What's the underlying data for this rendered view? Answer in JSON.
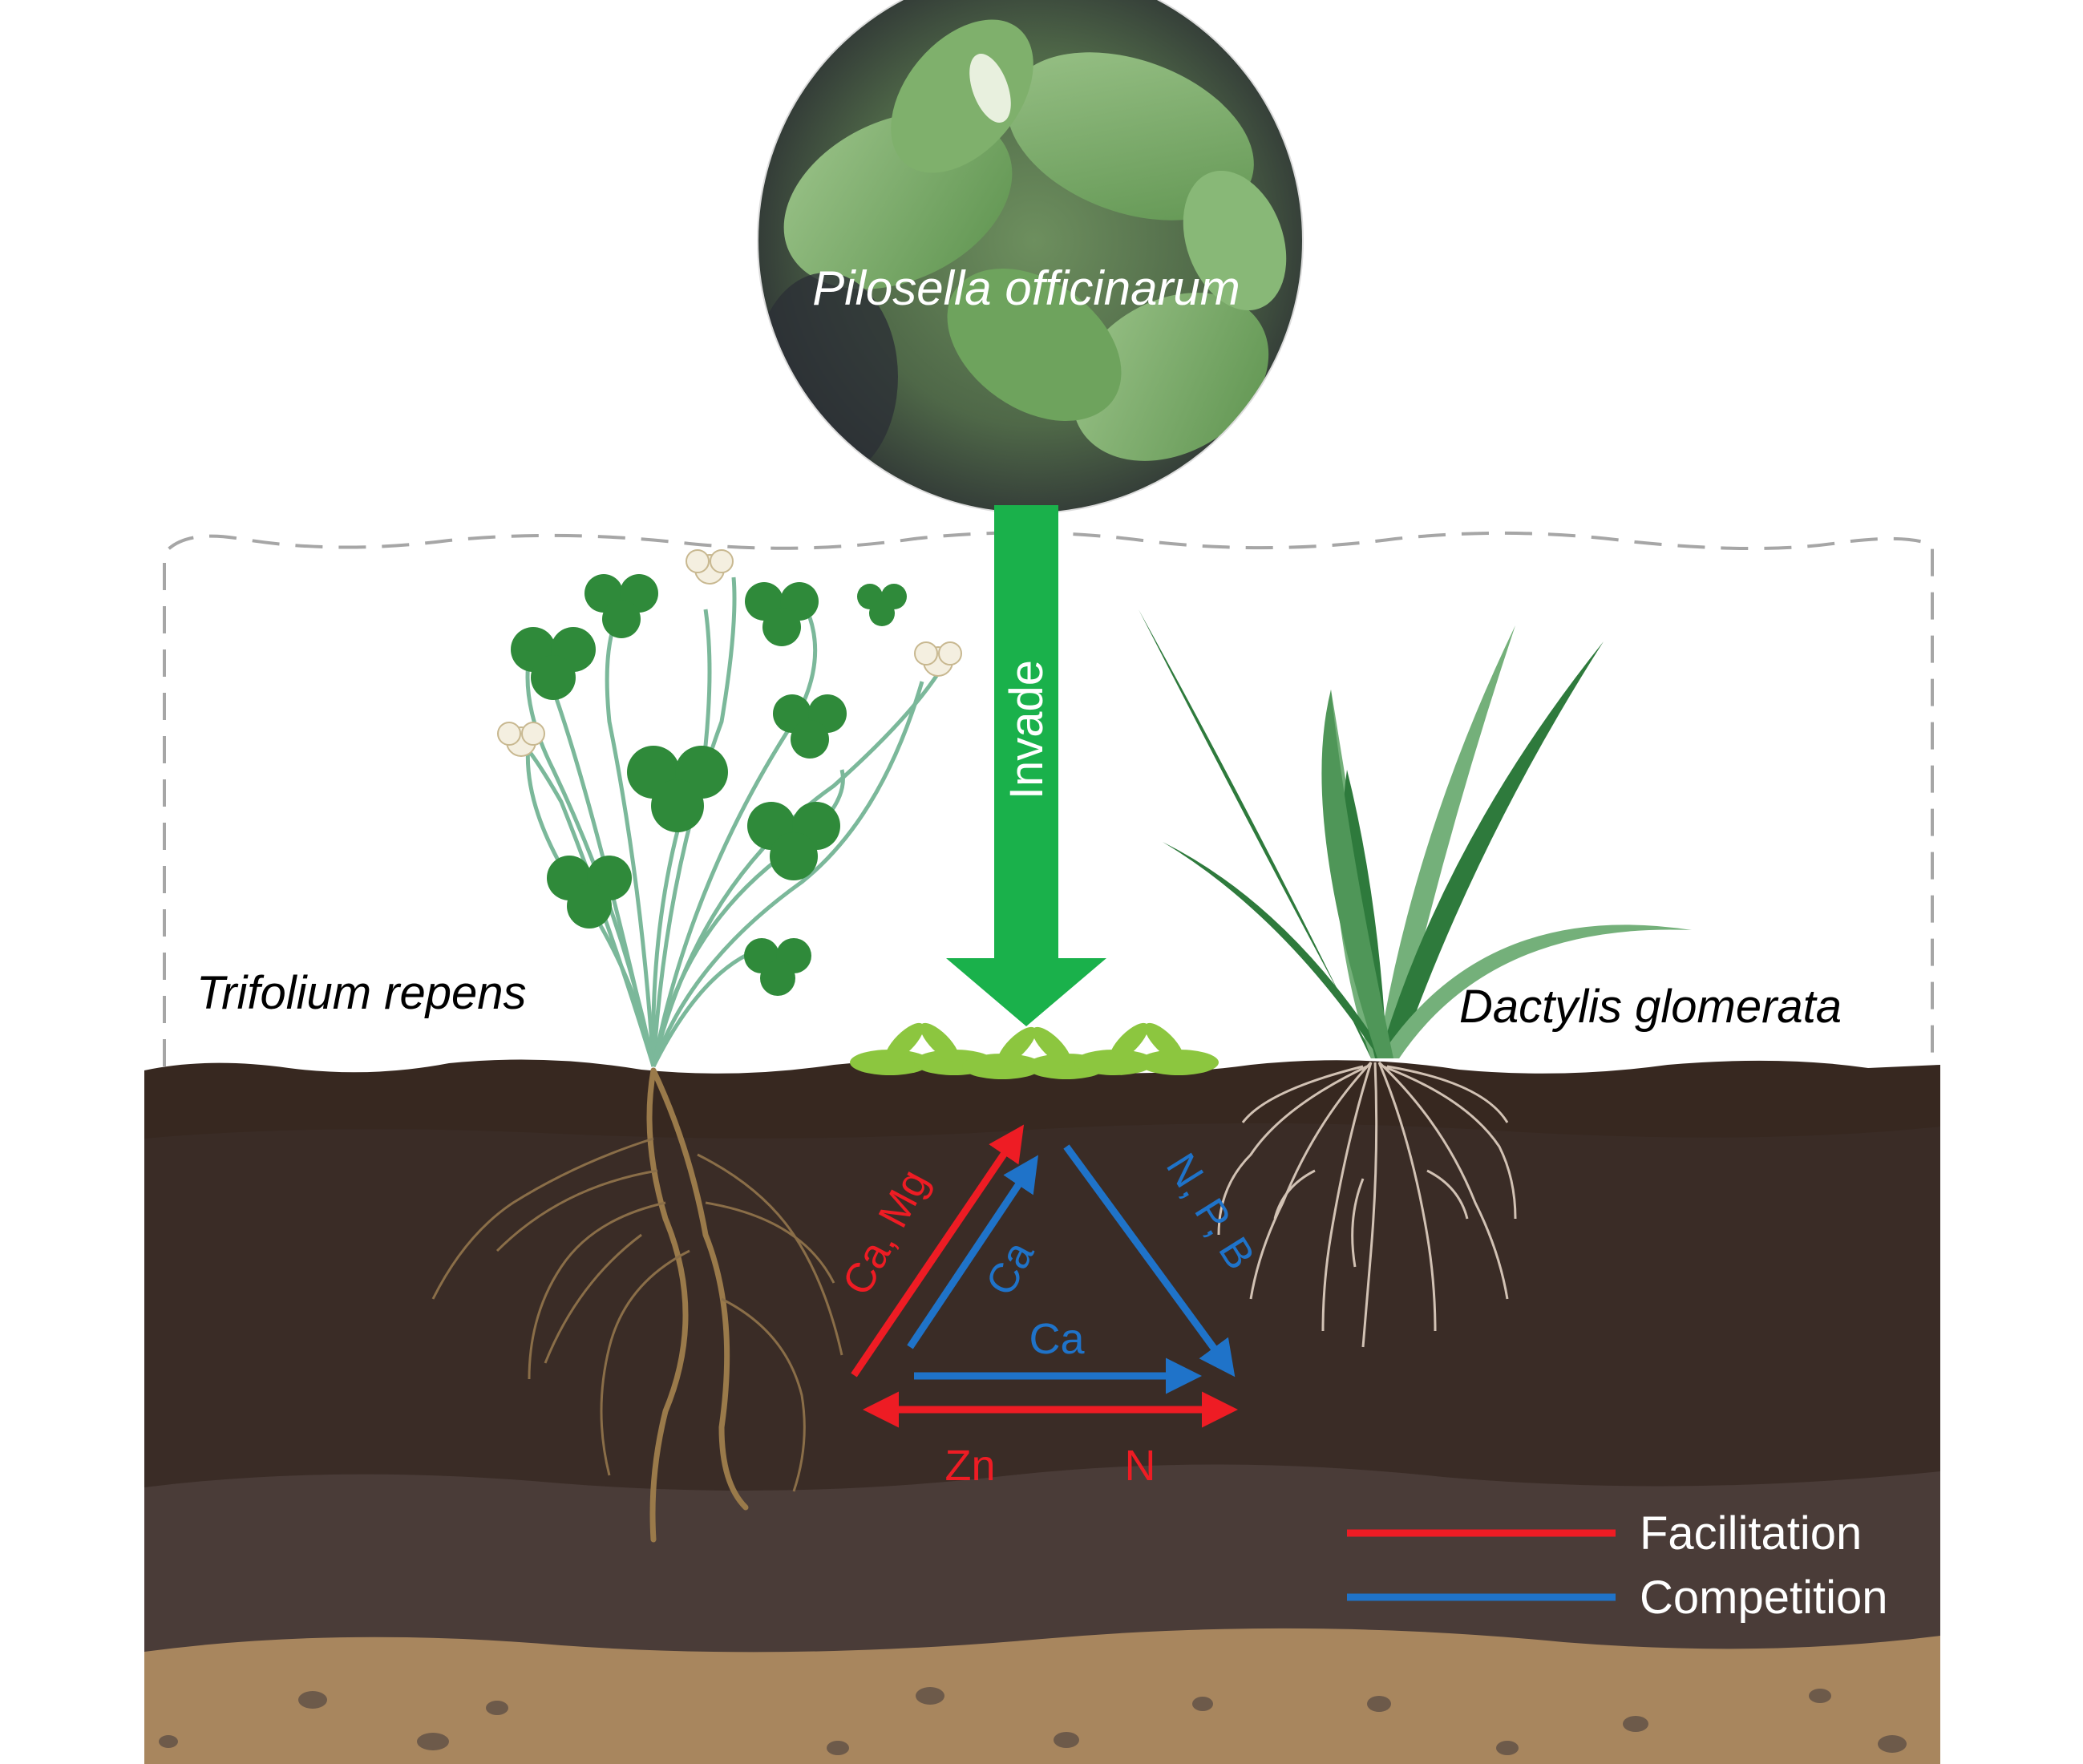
{
  "labels": {
    "invader": "Pilosella officinarum",
    "action": "Invade",
    "plant_left": "Trifolium repens",
    "plant_right": "Dactylis glomerata"
  },
  "interactions": {
    "left_up_red": "Ca, Mg",
    "left_up_blue": "Ca",
    "bottom_blue": "Ca",
    "right_down_blue": "N, P, B",
    "bottom_red_left": "Zn",
    "bottom_red_right": "N"
  },
  "legend": {
    "facilitation": "Facilitation",
    "competition": "Competition"
  },
  "colors": {
    "facilitation": "#ee1c24",
    "competition": "#1f73c9",
    "arrow_green": "#1ab14b",
    "soil_top": "#372820",
    "soil_mid": "#4a3c38",
    "soil_bottom": "#a8865e",
    "clover_leaf": "#2f8a3a",
    "grass_dark": "#2e7a3c",
    "grass_light": "#74b07a"
  }
}
